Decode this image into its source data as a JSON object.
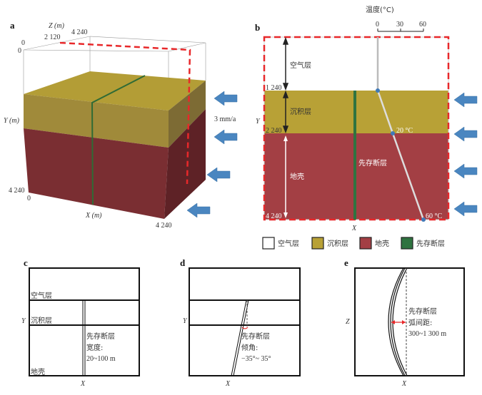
{
  "panel_a": {
    "label": "a",
    "z_axis": "Z (m)",
    "z_ticks": [
      "0",
      "2 120",
      "4 240"
    ],
    "y_axis": "Y (m)",
    "y_ticks": [
      "0",
      "4 240"
    ],
    "x_axis": "X (m)",
    "x_ticks": [
      "0",
      "4 240"
    ],
    "velocity": "3 mm/a"
  },
  "panel_b": {
    "label": "b",
    "temp_title": "温度(°C)",
    "temp_ticks": [
      "0",
      "30",
      "60"
    ],
    "layers": [
      "空气层",
      "沉积层",
      "地壳"
    ],
    "fault": "先存断层",
    "depths": [
      "1 240",
      "2 240",
      "4 240"
    ],
    "temps": [
      "20 °C",
      "60 °C"
    ],
    "y_axis": "Y",
    "x_axis": "X"
  },
  "legend": [
    {
      "label": "空气层",
      "color": "#ffffff"
    },
    {
      "label": "沉积层",
      "color": "#b8a136"
    },
    {
      "label": "地壳",
      "color": "#a33f44"
    },
    {
      "label": "先存断层",
      "color": "#2f7340"
    }
  ],
  "panel_c": {
    "label": "c",
    "layers": [
      "空气层",
      "沉积层",
      "地壳"
    ],
    "y_axis": "Y",
    "x_axis": "X",
    "note": [
      "先存断层",
      "宽度:",
      "20~100 m"
    ]
  },
  "panel_d": {
    "label": "d",
    "y_axis": "Y",
    "x_axis": "X",
    "note": [
      "先存断层",
      "倾角:",
      "−35°~ 35°"
    ]
  },
  "panel_e": {
    "label": "e",
    "y_axis": "Z",
    "x_axis": "X",
    "note": [
      "先存断层",
      "弧间距:",
      "300~1 300 m"
    ]
  },
  "colors": {
    "arrow": "#4a86c0",
    "dash": "#e8282a"
  }
}
